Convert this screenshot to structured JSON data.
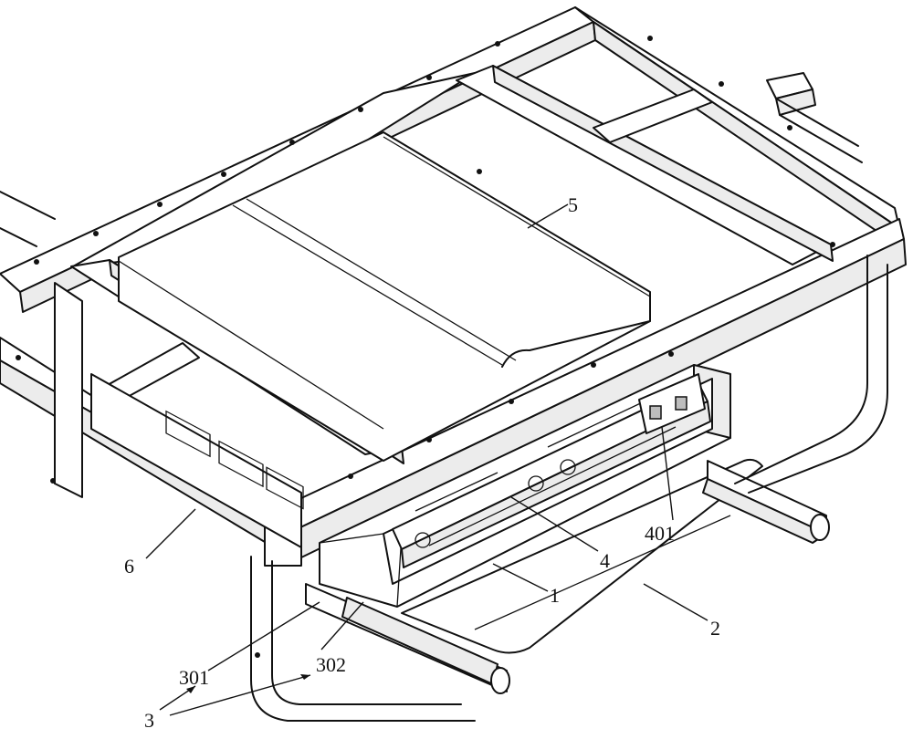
{
  "diagram": {
    "labels": [
      {
        "id": "label-5",
        "text": "5",
        "part": "battery-pack"
      },
      {
        "id": "label-6",
        "text": "6",
        "part": "main-frame"
      },
      {
        "id": "label-4",
        "text": "4",
        "part": "slide-rail"
      },
      {
        "id": "label-401",
        "text": "401",
        "part": "rail-latch"
      },
      {
        "id": "label-1",
        "text": "1",
        "part": "tray-box"
      },
      {
        "id": "label-2",
        "text": "2",
        "part": "support-plate"
      },
      {
        "id": "label-301",
        "text": "301",
        "part": "guide-rail-channel"
      },
      {
        "id": "label-302",
        "text": "302",
        "part": "guide-rail-insert"
      },
      {
        "id": "label-3",
        "text": "3",
        "part": "guide-rail-assembly"
      }
    ]
  }
}
